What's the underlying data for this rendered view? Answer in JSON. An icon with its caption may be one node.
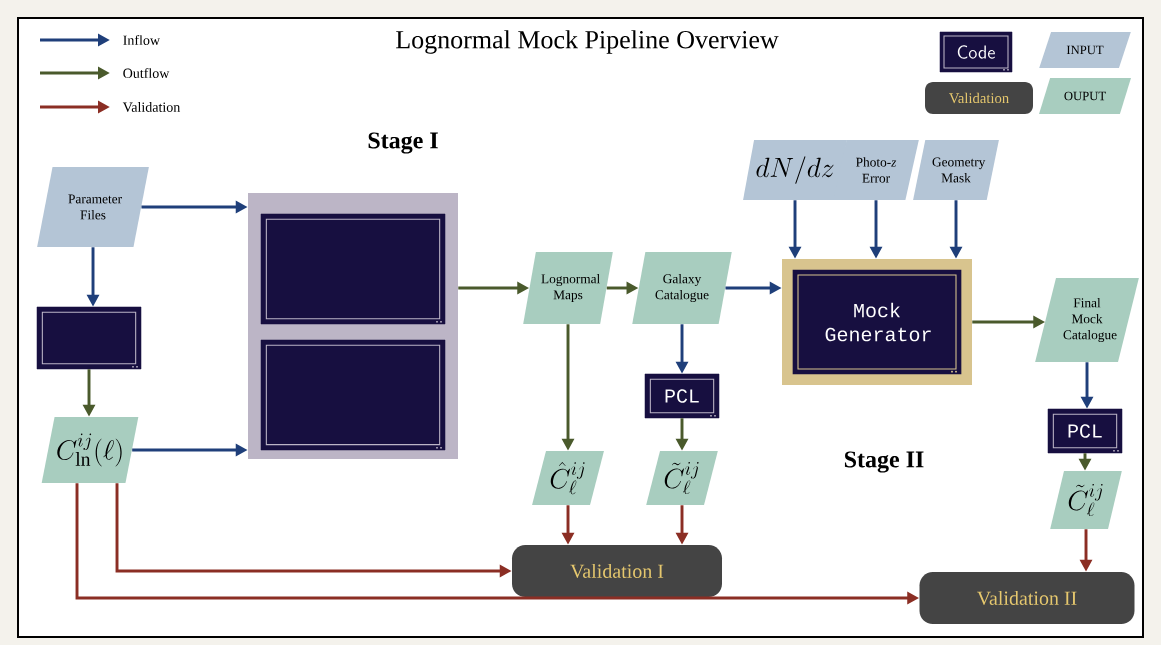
{
  "diagram": {
    "title": "Lognormal Mock Pipeline Overview",
    "nodes": [
      {
        "text": [
          "Parameter Files"
        ]
      },
      {
        "text": [],
        "shape": "box"
      },
      {
        "text": [
          "C^{ij}_{\\ln}(\\ell)"
        ]
      },
      {
        "text": [],
        "shape": "box"
      },
      {
        "text": [],
        "shape": "box",
        "in": 3
      },
      {
        "text": [],
        "shape": "box",
        "in": 3
      },
      {
        "text": [
          "Lognormal Maps"
        ]
      },
      {
        "text": [
          "Galaxy Catalogue"
        ]
      },
      {
        "text": [
          "dN/dz"
        ]
      },
      {
        "text": [
          "Photo-*z* Error"
        ]
      },
      {
        "text": [
          "Geometry Mask"
        ]
      },
      {
        "text": [
          "Mock Generator"
        ]
      },
      {
        "text": [
          "Final Mock Catalogue"
        ]
      },
      {
        "text": [
          "PCL"
        ]
      },
      {
        "text": [
          "\\hat{C}^{ij}_{\\ell}"
        ]
      },
      {
        "text": [
          "\\tilde{C}^{ij}_{\\ell}"
        ]
      },
      {
        "text": [
          "PCL"
        ]
      },
      {
        "text": [
          "\\tilde{C}^{ij}_{\\ell}"
        ]
      },
      {
        "text": [
          "Validation I"
        ]
      },
      {
        "text": [
          "Validation II"
        ]
      }
    ],
    "edges": [
      {
        "from": 0,
        "to": 3,
        "arrow": "to"
      },
      {
        "from": 0,
        "to": 1,
        "arrow": "to"
      },
      {
        "from": 1,
        "to": 2,
        "arrow": "to",
        "color": "#4a5a2c"
      },
      {
        "from": 2,
        "to": 3,
        "arrow": "to"
      },
      {
        "from": 3,
        "to": 6,
        "arrow": "to",
        "color": "#4a5a2c"
      },
      {
        "from": 6,
        "to": 7,
        "arrow": "to",
        "color": "#4a5a2c"
      },
      {
        "from": 7,
        "to": 11,
        "arrow": "to"
      },
      {
        "from": 8,
        "to": 11,
        "arrow": "to"
      },
      {
        "from": 9,
        "to": 11,
        "arrow": "to"
      },
      {
        "from": 10,
        "to": 11,
        "arrow": "to"
      },
      {
        "from": 11,
        "to": 12,
        "arrow": "to",
        "color": "#4a5a2c"
      },
      {
        "from": 7,
        "to": 13,
        "arrow": "to"
      },
      {
        "from": 13,
        "to": 15,
        "arrow": "to",
        "color": "#4a5a2c"
      },
      {
        "from": 6,
        "to": 14,
        "arrow": "to",
        "color": "#4a5a2c"
      },
      {
        "from": 14,
        "to": 18,
        "arrow": "to",
        "color": "#8b2e24"
      },
      {
        "from": 15,
        "to": 18,
        "arrow": "to",
        "color": "#8b2e24"
      },
      {
        "from": 2,
        "to": 18,
        "arrow": "to",
        "color": "#8b2e24"
      },
      {
        "from": 2,
        "to": 19,
        "arrow": "to",
        "color": "#8b2e24"
      },
      {
        "from": 12,
        "to": 16,
        "arrow": "to"
      },
      {
        "from": 16,
        "to": 17,
        "arrow": "to",
        "color": "#4a5a2c"
      },
      {
        "from": 17,
        "to": 19,
        "arrow": "to",
        "color": "#8b2e24"
      }
    ],
    "labels": [
      "Stage I",
      "Stage II"
    ],
    "legend": [
      {
        "text": "Inflow"
      },
      {
        "text": "Outflow"
      },
      {
        "text": "Validation"
      },
      {
        "text": "Code"
      },
      {
        "text": "Validation"
      },
      {
        "text": "INPUT"
      },
      {
        "text": "OUPUT"
      }
    ]
  }
}
